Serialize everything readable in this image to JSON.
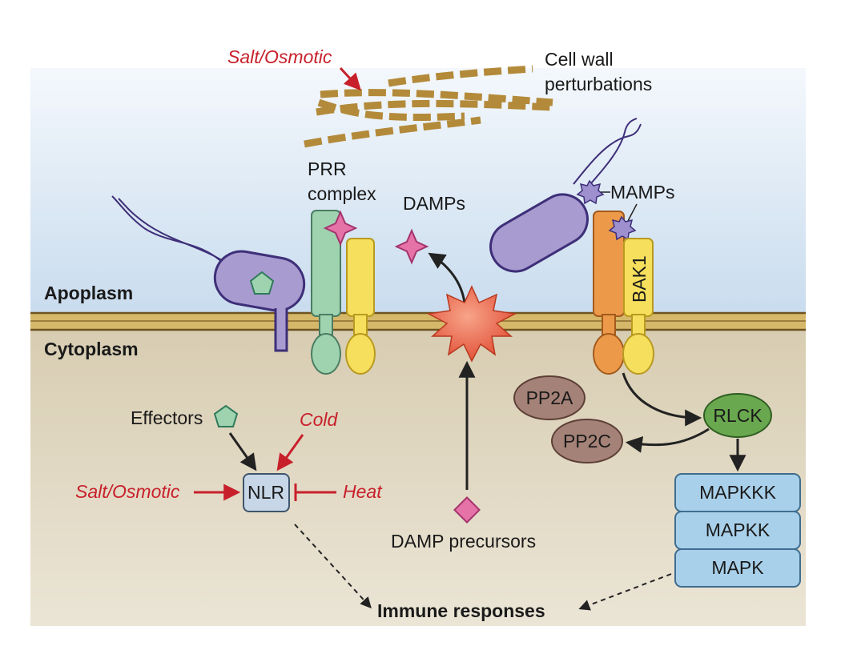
{
  "regions": {
    "apoplasm": "Apoplasm",
    "cytoplasm": "Cytoplasm"
  },
  "labels": {
    "salt_osmotic_top": "Salt/Osmotic",
    "cell_wall": [
      "Cell wall",
      "perturbations"
    ],
    "prr_complex": [
      "PRR",
      "complex"
    ],
    "damps": "DAMPs",
    "mamps": "MAMPs",
    "bak1": "BAK1",
    "pp2a": "PP2A",
    "pp2c": "PP2C",
    "rlck": "RLCK",
    "mapkkk": "MAPKKK",
    "mapkk": "MAPKK",
    "mapk": "MAPK",
    "effectors": "Effectors",
    "cold": "Cold",
    "salt_osmotic_left": "Salt/Osmotic",
    "nlr": "NLR",
    "heat": "Heat",
    "damp_precursors": "DAMP precursors",
    "immune_responses": "Immune responses"
  },
  "colors": {
    "stress_red": "#c8202b",
    "prr_green": "#9fd3b0",
    "prr_yellow": "#f6df5c",
    "bak_orange": "#ec9a4a",
    "rlck_green": "#6aa84f",
    "pp_brown": "#a58277",
    "mapk_blue": "#a9d0ea",
    "damp_pink": "#e673a8",
    "bacterium_purple": "#a89bd0"
  }
}
